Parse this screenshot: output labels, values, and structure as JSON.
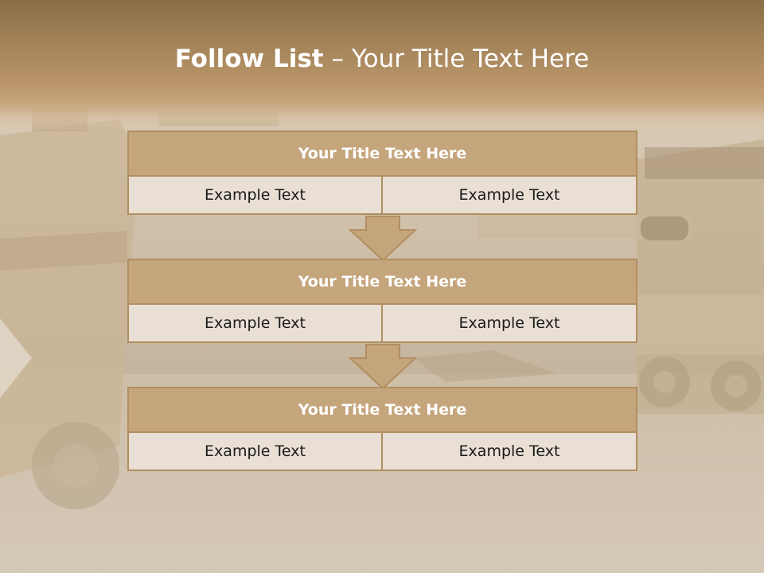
{
  "title": {
    "bold": "Follow List",
    "rest": " – Your Title Text Here"
  },
  "colors": {
    "header_fill": "#c5a57c",
    "border": "#b08f60",
    "cell_fill": "#e9dfd4",
    "title_band": "#a5845a"
  },
  "blocks": [
    {
      "header": "Your Title Text Here",
      "left": "Example Text",
      "right": "Example Text"
    },
    {
      "header": "Your Title Text Here",
      "left": "Example Text",
      "right": "Example Text"
    },
    {
      "header": "Your Title Text Here",
      "left": "Example Text",
      "right": "Example Text"
    }
  ]
}
